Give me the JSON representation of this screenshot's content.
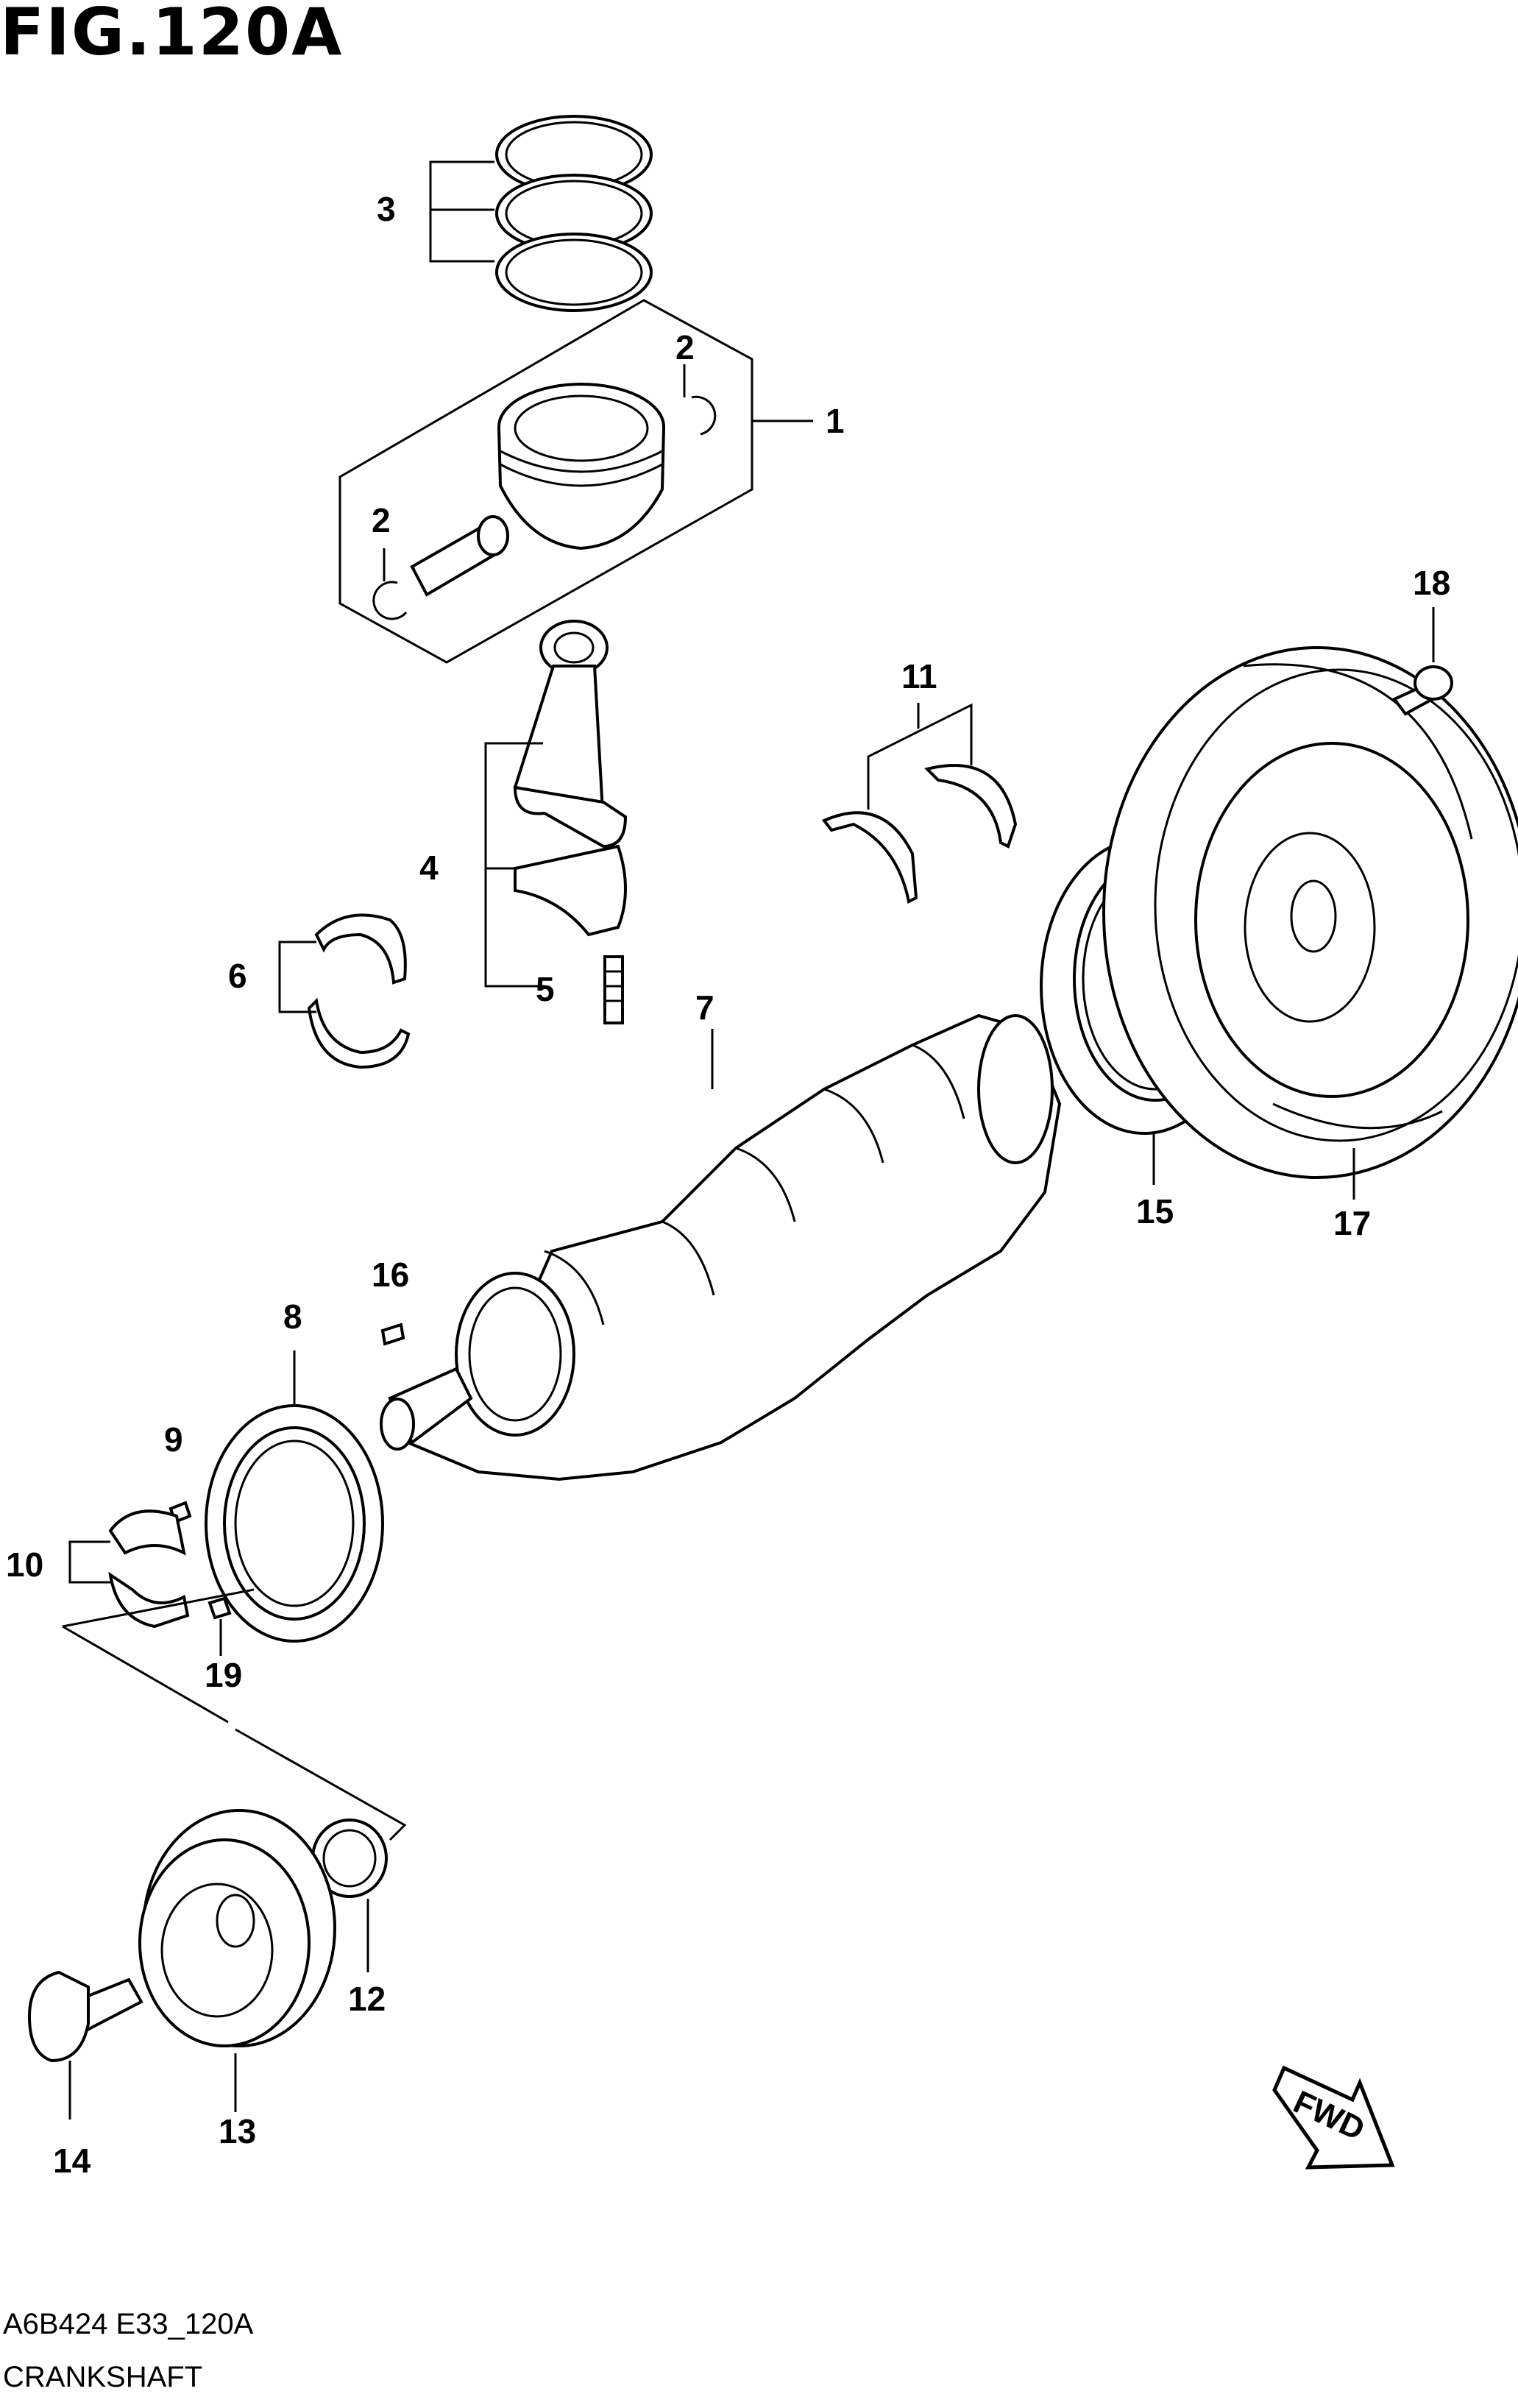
{
  "figure": {
    "title": "FIG.120A",
    "code": "A6B424 E33_120A",
    "name": "CRANKSHAFT",
    "fwd_label": "FWD"
  },
  "callouts": [
    "1",
    "2",
    "2",
    "3",
    "4",
    "5",
    "6",
    "7",
    "8",
    "9",
    "10",
    "11",
    "12",
    "13",
    "14",
    "15",
    "16",
    "17",
    "18",
    "19"
  ]
}
